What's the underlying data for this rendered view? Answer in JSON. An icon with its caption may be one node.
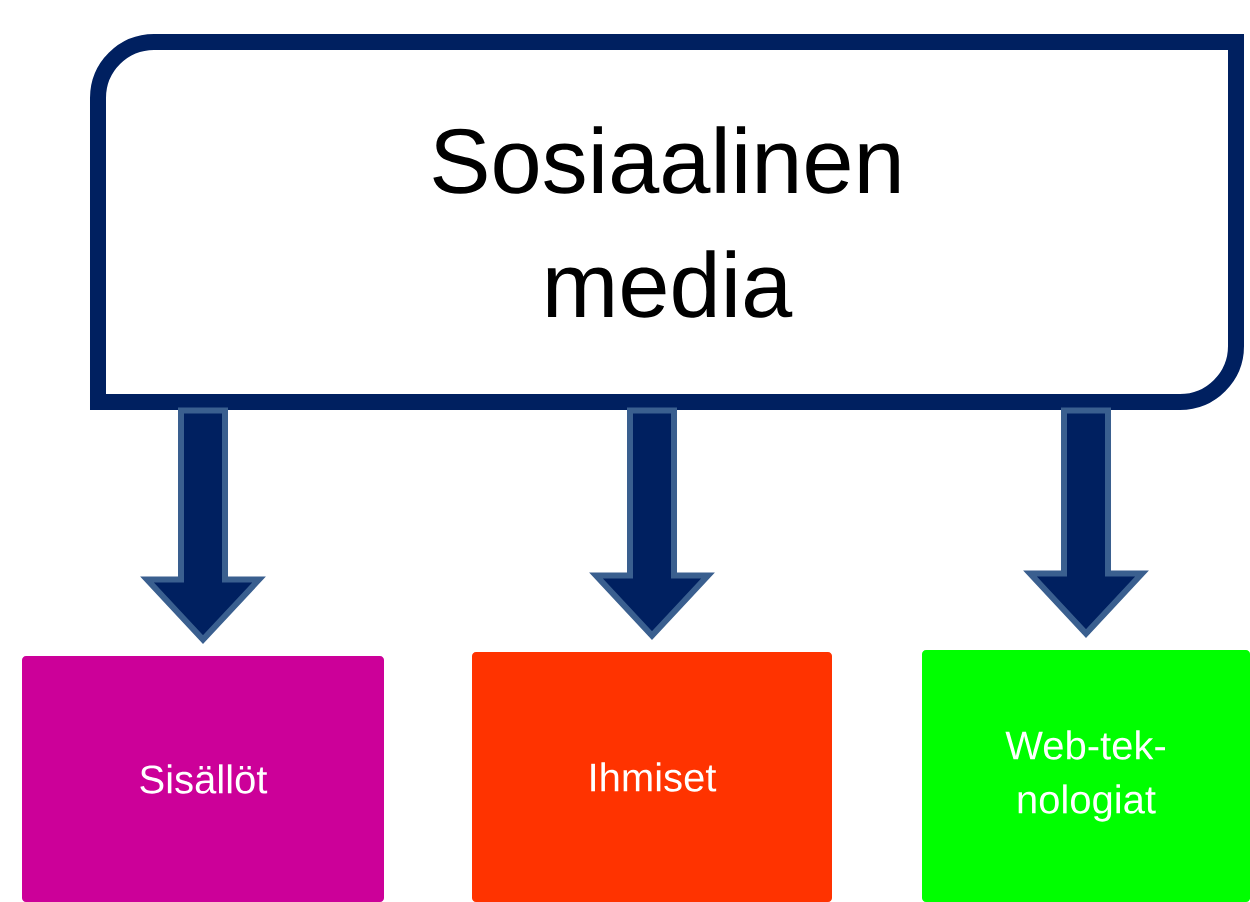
{
  "diagram": {
    "nodes": [
      {
        "text": [
          "Sosiaalinen media"
        ]
      },
      {
        "text": [
          "Sisällöt"
        ]
      },
      {
        "text": [
          "Ihmiset"
        ]
      },
      {
        "text": [
          "Web-tek- nologiat"
        ]
      }
    ],
    "edges": [
      {
        "from": 0,
        "to": 1,
        "arrow": "to"
      },
      {
        "from": 0,
        "to": 2,
        "arrow": "to"
      },
      {
        "from": 0,
        "to": 3,
        "arrow": "to"
      }
    ]
  }
}
